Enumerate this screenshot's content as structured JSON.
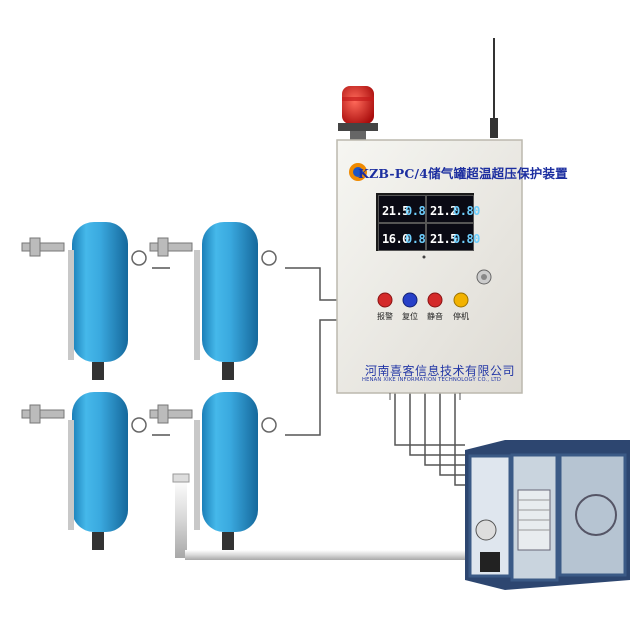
{
  "device": {
    "title": "KZB-PC/4储气罐超温超压保护装置",
    "company_cn": "河南喜客信息技术有限公司",
    "company_en": "HENAN XIKE INFORMATION TECHNOLOGY CO., LTD",
    "buttons": [
      {
        "label": "报警",
        "color": "#d42a2a"
      },
      {
        "label": "复位",
        "color": "#2740c8"
      },
      {
        "label": "静音",
        "color": "#d42a2a"
      },
      {
        "label": "停机",
        "color": "#f2b200"
      }
    ],
    "displays": [
      {
        "temp": "21.5",
        "pressure": "0.80"
      },
      {
        "temp": "21.2",
        "pressure": "0.80"
      },
      {
        "temp": "16.0",
        "pressure": "0.80"
      },
      {
        "temp": "21.5",
        "pressure": "0.80"
      }
    ]
  },
  "tank_count": 4,
  "colors": {
    "tank": "#2b9fd8",
    "panel": "#eeeeea",
    "compressor_frame": "#3b5a86"
  }
}
